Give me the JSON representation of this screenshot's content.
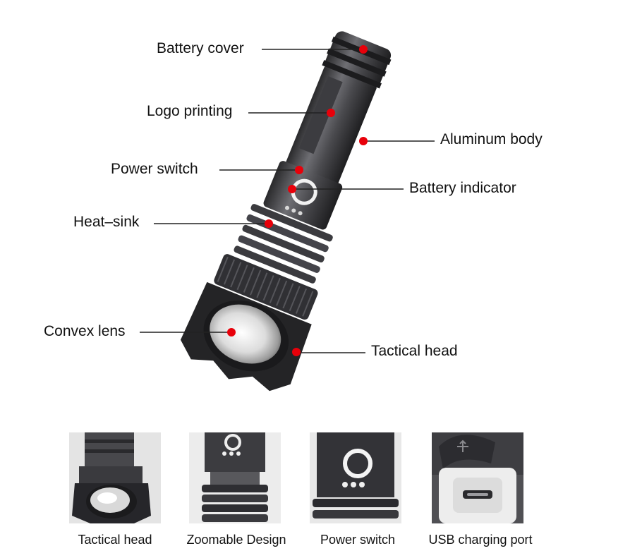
{
  "colors": {
    "marker": "#e8000a",
    "metal_dark": "#2b2b2d",
    "metal_mid": "#4a4a4e",
    "metal_light": "#7b7b80",
    "line": "#222222"
  },
  "callouts": [
    {
      "id": "battery-cover",
      "label": "Battery cover"
    },
    {
      "id": "logo-printing",
      "label": "Logo printing"
    },
    {
      "id": "aluminum-body",
      "label": "Aluminum body"
    },
    {
      "id": "power-switch",
      "label": "Power switch"
    },
    {
      "id": "battery-indicator",
      "label": "Battery indicator"
    },
    {
      "id": "heat-sink",
      "label": "Heat–sink"
    },
    {
      "id": "convex-lens",
      "label": "Convex lens"
    },
    {
      "id": "tactical-head",
      "label": "Tactical head"
    }
  ],
  "thumbnails": [
    {
      "id": "tactical-head",
      "caption": "Tactical head",
      "icon": "flashlight-head-icon"
    },
    {
      "id": "zoomable-design",
      "caption": "Zoomable Design",
      "icon": "zoom-body-icon"
    },
    {
      "id": "power-switch",
      "caption": "Power switch",
      "icon": "power-button-icon"
    },
    {
      "id": "usb-port",
      "caption": "USB charging port",
      "icon": "usb-port-icon"
    }
  ]
}
